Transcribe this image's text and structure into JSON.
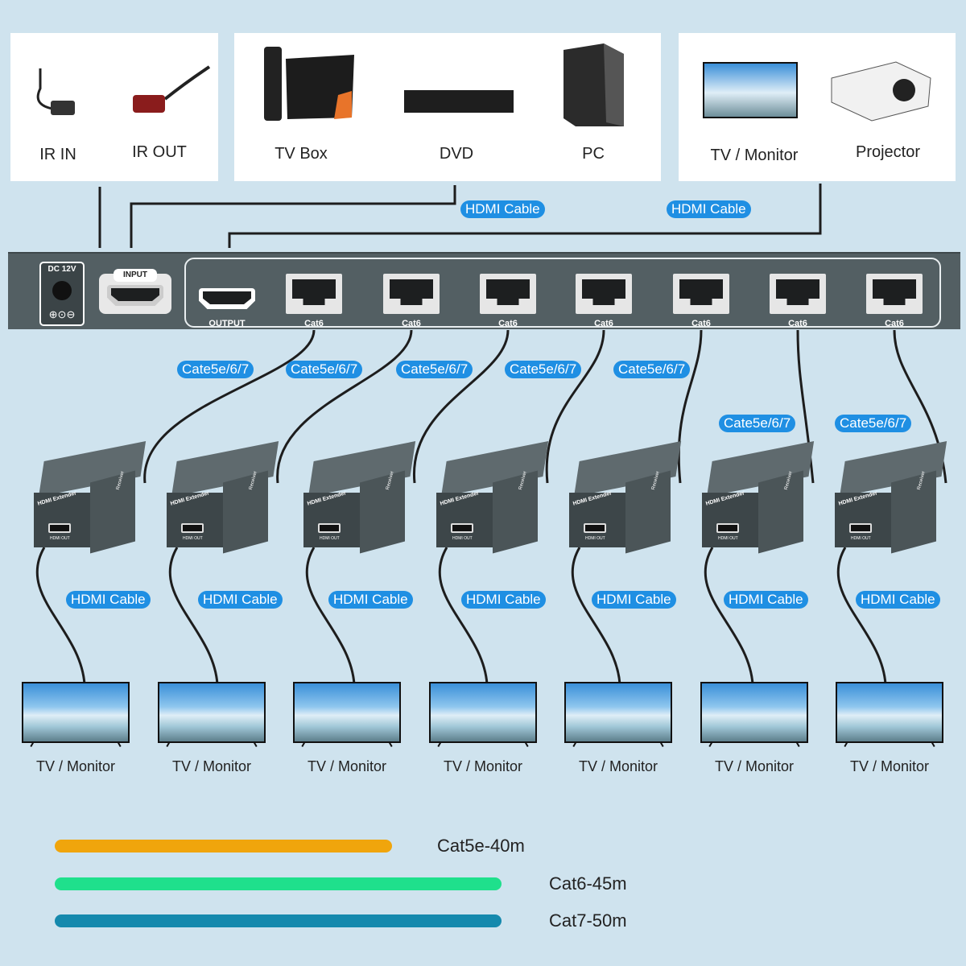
{
  "sources": {
    "ir_in": "IR IN",
    "ir_out": "IR OUT",
    "tv_box": "TV Box",
    "dvd": "DVD",
    "pc": "PC",
    "tv_monitor": "TV / Monitor",
    "projector": "Projector"
  },
  "top_cable_tags": [
    "HDMI Cable",
    "HDMI Cable"
  ],
  "splitter": {
    "dc": "DC 12V",
    "input": "INPUT",
    "output": "OUTPUT",
    "ports": [
      "Cat6",
      "Cat6",
      "Cat6",
      "Cat6",
      "Cat6",
      "Cat6",
      "Cat6"
    ]
  },
  "network_tags": [
    "Cate5e/6/7",
    "Cate5e/6/7",
    "Cate5e/6/7",
    "Cate5e/6/7",
    "Cate5e/6/7",
    "Cate5e/6/7",
    "Cate5e/6/7"
  ],
  "receiver": {
    "title": "HDMI Extender",
    "side": "Receiver",
    "port": "HDMI OUT"
  },
  "hdmi_tags": [
    "HDMI Cable",
    "HDMI Cable",
    "HDMI Cable",
    "HDMI Cable",
    "HDMI Cable",
    "HDMI Cable",
    "HDMI Cable"
  ],
  "displays": [
    "TV / Monitor",
    "TV / Monitor",
    "TV / Monitor",
    "TV / Monitor",
    "TV / Monitor",
    "TV / Monitor",
    "TV / Monitor"
  ],
  "legend": [
    {
      "label": "Cat5e-40m",
      "color": "#f0a50c",
      "distance_m": 40
    },
    {
      "label": "Cat6-45m",
      "color": "#1fe08c",
      "distance_m": 45
    },
    {
      "label": "Cat7-50m",
      "color": "#1589ad",
      "distance_m": 50
    }
  ],
  "colors": {
    "background": "#cfe3ee",
    "tag": "#1f8fe3",
    "device": "#535f63"
  }
}
